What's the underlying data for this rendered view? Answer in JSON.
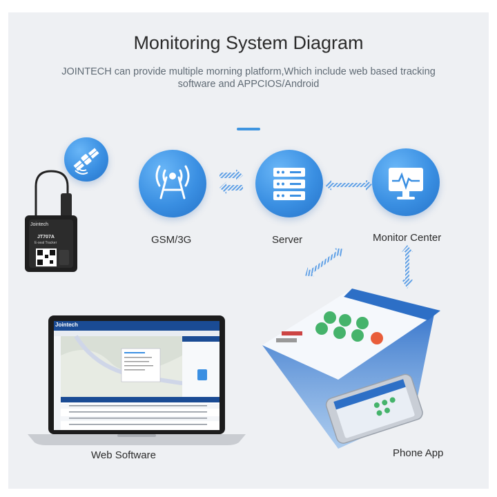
{
  "title": "Monitoring System Diagram",
  "subtitle": "JOINTECH can provide multiple morning platform,Which include web based tracking software and APPCIOS/Android",
  "device": {
    "brand": "Jointech",
    "model": "JT707A",
    "subtitle": "E-seal Tracker"
  },
  "nodes": {
    "gsm": "GSM/3G",
    "server": "Server",
    "monitor": "Monitor Center"
  },
  "clients": {
    "web": "Web Software",
    "phone": "Phone App"
  },
  "web_screen": {
    "logo": "Jointech"
  },
  "colors": {
    "accent": "#3f95e0",
    "node_blue": "#3a8fe2",
    "arrow_blue": "#6aa8e8",
    "panel_bg": "#eef0f3"
  },
  "icons": [
    "satellite-icon",
    "antenna-tower-icon",
    "server-rack-icon",
    "monitor-pulse-icon"
  ]
}
